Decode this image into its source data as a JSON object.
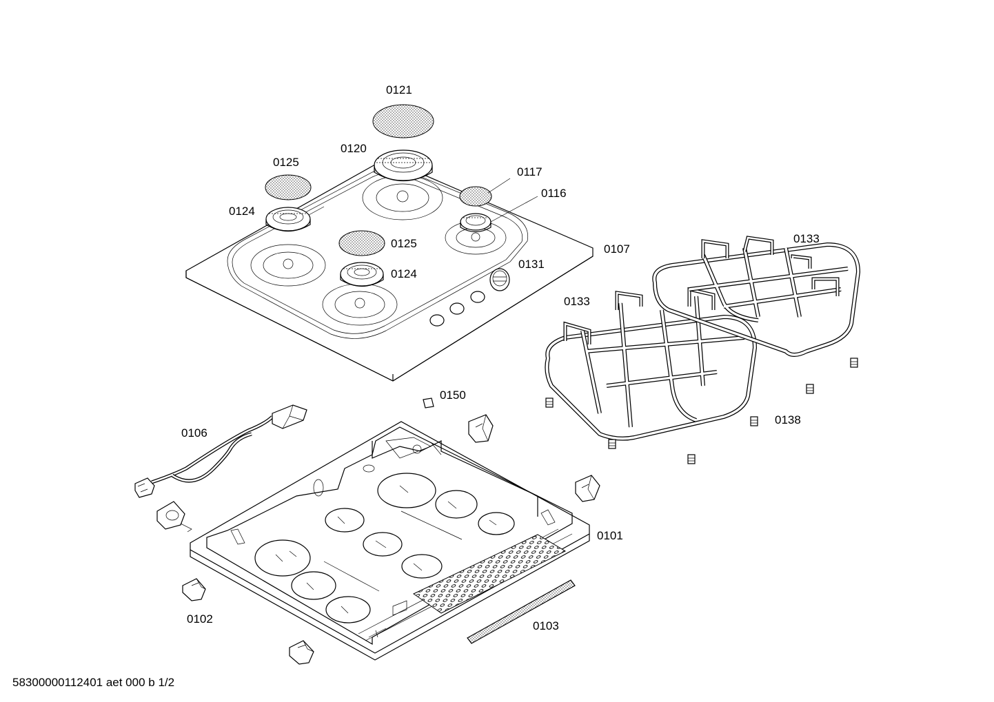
{
  "labels": {
    "p0121": "0121",
    "p0120": "0120",
    "p0125a": "0125",
    "p0117": "0117",
    "p0116": "0116",
    "p0124a": "0124",
    "p0125b": "0125",
    "p0124b": "0124",
    "p0131": "0131",
    "p0107": "0107",
    "p0133a": "0133",
    "p0133b": "0133",
    "p0150": "0150",
    "p0106": "0106",
    "p0138": "0138",
    "p0101": "0101",
    "p0102": "0102",
    "p0103": "0103"
  },
  "footer": "58300000112401 aet 000 b 1/2"
}
